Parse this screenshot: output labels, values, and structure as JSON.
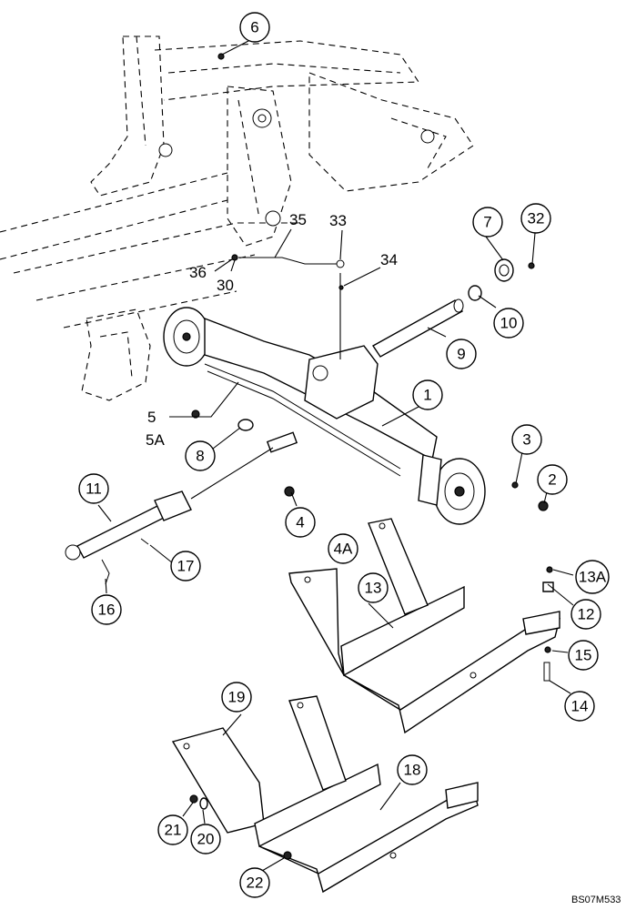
{
  "callouts": [
    "1",
    "2",
    "3",
    "4",
    "4A",
    "5",
    "5A",
    "6",
    "7",
    "8",
    "9",
    "10",
    "11",
    "12",
    "13",
    "13A",
    "14",
    "15",
    "16",
    "17",
    "18",
    "19",
    "20",
    "21",
    "22",
    "30",
    "32",
    "33",
    "34",
    "35",
    "36"
  ],
  "reference_code": "BS07M533"
}
